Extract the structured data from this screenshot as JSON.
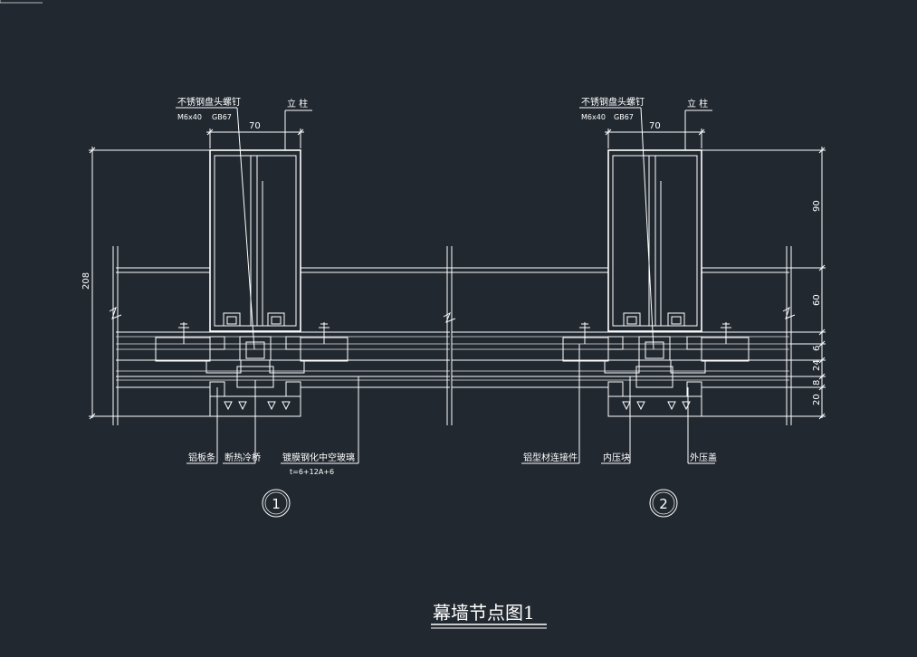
{
  "drawing": {
    "title": "幕墙节点图1",
    "colors": {
      "background": "#212830",
      "linework": "#ffffff"
    }
  },
  "node1": {
    "top_label_1": "不锈钢盘头螺钉",
    "top_label_1_sub_a": "M6x40",
    "top_label_1_sub_b": "GB67",
    "top_label_2": "立 柱",
    "width_dim": "70",
    "overall_dim": "208",
    "bottom_labels": [
      "铝板条",
      "断热冷桥",
      "镀膜钢化中空玻璃"
    ],
    "glass_spec": "t=6+12A+6",
    "detail_number": "1"
  },
  "node2": {
    "top_label_1": "不锈钢盘头螺钉",
    "top_label_1_sub_a": "M6x40",
    "top_label_1_sub_b": "GB67",
    "top_label_2": "立 柱",
    "width_dim": "70",
    "right_dims": [
      "90",
      "60",
      "24",
      "6",
      "20",
      "8"
    ],
    "bottom_labels": [
      "铝型材连接件",
      "内压块",
      "外压盖"
    ],
    "detail_number": "2"
  }
}
